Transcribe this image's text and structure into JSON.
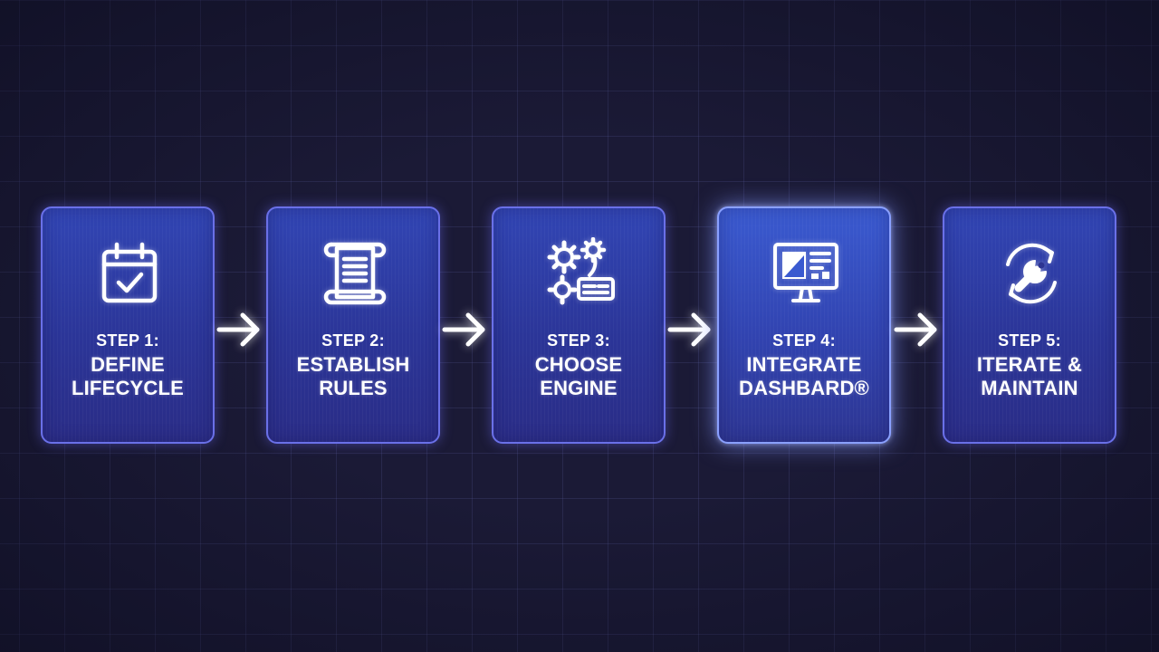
{
  "steps": [
    {
      "number": "STEP 1:",
      "title": "DEFINE\nLIFECYCLE",
      "icon": "calendar-check-icon"
    },
    {
      "number": "STEP 2:",
      "title": "ESTABLISH\nRULES",
      "icon": "scroll-document-icon"
    },
    {
      "number": "STEP 3:",
      "title": "CHOOSE\nENGINE",
      "icon": "gears-engine-icon"
    },
    {
      "number": "STEP 4:",
      "title": "INTEGRATE\nDASHBARD®",
      "icon": "monitor-dashboard-icon",
      "highlighted": true
    },
    {
      "number": "STEP 5:",
      "title": "ITERATE &\nMAINTAIN",
      "icon": "wrench-cycle-icon"
    }
  ],
  "colors": {
    "background": "#1b1a36",
    "card_fill": "#2e3a9c",
    "card_border": "#6a70e8",
    "text": "#ffffff"
  }
}
